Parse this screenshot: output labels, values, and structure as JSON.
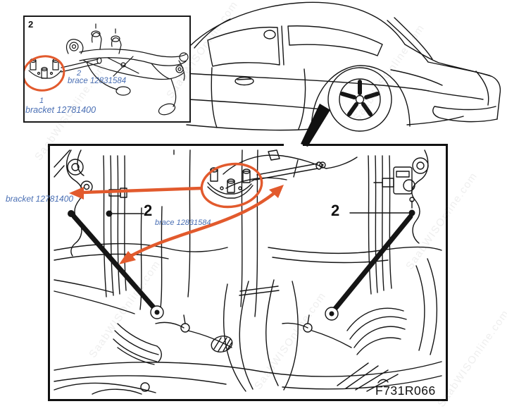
{
  "colors": {
    "accent_orange": "#e25a2d",
    "label_blue": "#4a6fb4",
    "ink": "#151515"
  },
  "watermark": {
    "text": "SaabWISOnline.com"
  },
  "inset_panel": {
    "corner_label": "2",
    "callouts": [
      {
        "number": "2",
        "label": "brace 12831584"
      },
      {
        "number": "1",
        "label": "bracket 12781400"
      }
    ]
  },
  "main_panel": {
    "callouts": {
      "left_number": "2",
      "right_number": "2",
      "bracket_label": "bracket 12781400",
      "brace_label": "brace 12831584"
    },
    "figure_code": "F731R066"
  }
}
